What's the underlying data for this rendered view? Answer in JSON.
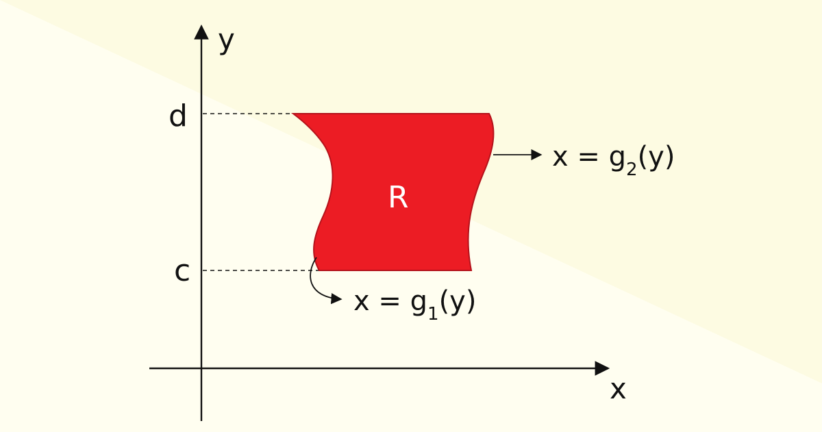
{
  "colors": {
    "background_light": "#fffef0",
    "background_band": "#fdfbe2",
    "region_fill": "#ec1c24",
    "region_stroke": "#b5121b",
    "region_label": "#ffffff",
    "ink": "#111111"
  },
  "axes": {
    "x_label": "x",
    "y_label": "y"
  },
  "bounds": {
    "upper_label": "d",
    "lower_label": "c"
  },
  "region": {
    "label": "R"
  },
  "curves": {
    "right": {
      "prefix": "x = g",
      "subscript": "2",
      "suffix": "(y)"
    },
    "left": {
      "prefix": "x = g",
      "subscript": "1",
      "suffix": "(y)"
    }
  }
}
